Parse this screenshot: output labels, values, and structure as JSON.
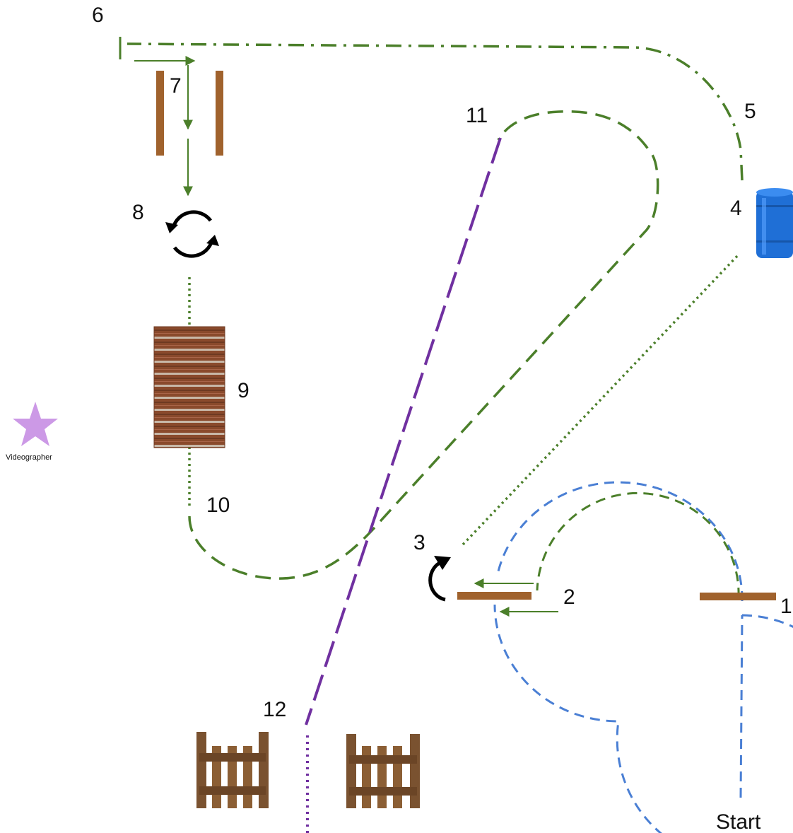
{
  "labels": {
    "m1": "1",
    "m2": "2",
    "m3": "3",
    "m4": "4",
    "m5": "5",
    "m6": "6",
    "m7": "7",
    "m8": "8",
    "m9": "9",
    "m10": "10",
    "m11": "11",
    "m12": "12",
    "start": "Start",
    "videographer": "Videographer"
  },
  "colors": {
    "blue_path": "#4a7fd4",
    "green_path": "#4b7f2a",
    "purple_path": "#7030a0",
    "pole": "#a0622d",
    "barrel": "#1f6fd6",
    "star": "#cc99e6",
    "bridge": "#8a4a2c",
    "gate": "#7a5230",
    "arrow_black": "#000000"
  },
  "icons": {
    "turn": "clockwise-turn-arrow-icon",
    "spin": "circular-refresh-arrows-icon",
    "barrel": "blue-barrel-icon",
    "bridge": "wooden-bridge-icon",
    "gate": "wooden-gate-icon",
    "star": "star-icon"
  }
}
